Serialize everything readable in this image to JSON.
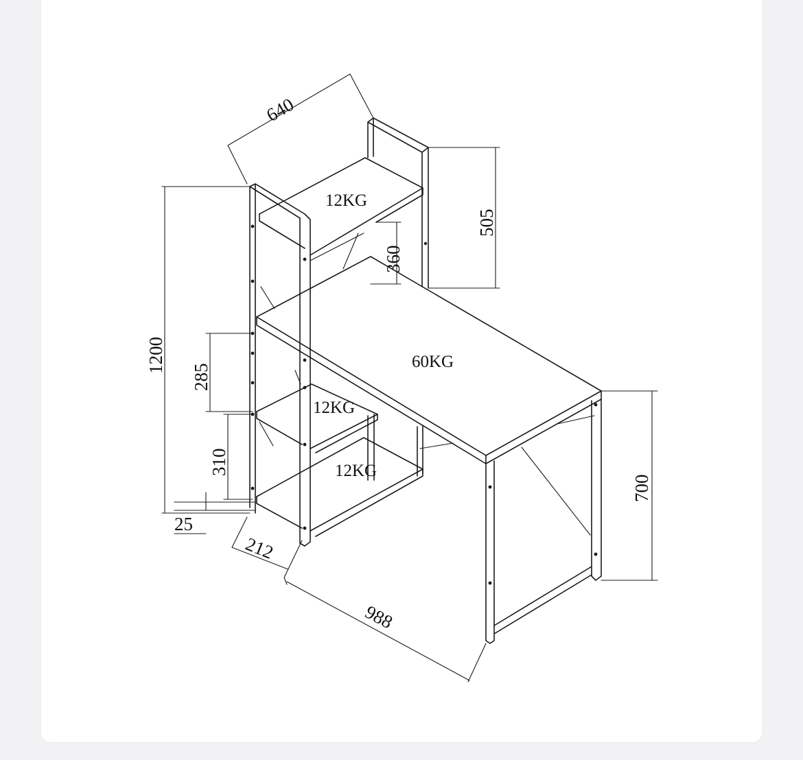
{
  "dimensions": {
    "depth": "640",
    "upper_rack_height": "505",
    "upper_clearance": "360",
    "total_height": "1200",
    "shelf_spacing_mid": "285",
    "shelf_spacing_low": "310",
    "foot_clearance": "25",
    "shelf_width": "212",
    "desk_length": "988",
    "desk_height": "700"
  },
  "loads": {
    "top_shelf": "12KG",
    "desk_top": "60KG",
    "middle_shelf": "12KG",
    "bottom_shelf": "12KG"
  }
}
